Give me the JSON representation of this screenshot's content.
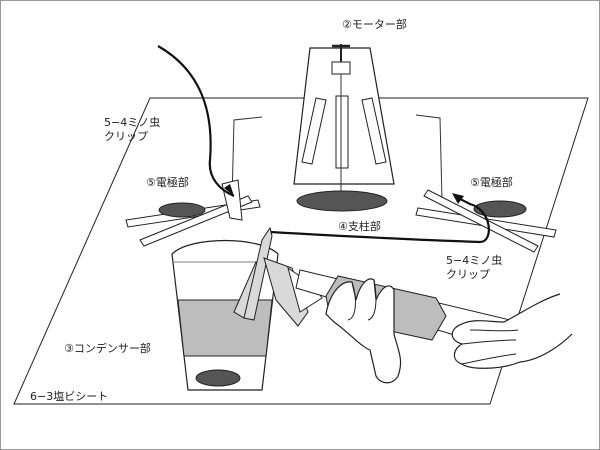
{
  "labels": {
    "motor": "②モーター部",
    "clip_left_1": "5−4ミノ虫",
    "clip_left_2": "クリップ",
    "electrode_left": "⑤電極部",
    "electrode_right": "⑤電極部",
    "support": "④支柱部",
    "clip_right_1": "5−4ミノ虫",
    "clip_right_2": "クリップ",
    "condenser": "③コンデンサー部",
    "sheet": "6−3塩ビシート"
  },
  "colors": {
    "outline": "#222222",
    "liquid": "#bdbdbd",
    "dark_fill": "#555555",
    "light_fill": "#d9d9d9"
  }
}
